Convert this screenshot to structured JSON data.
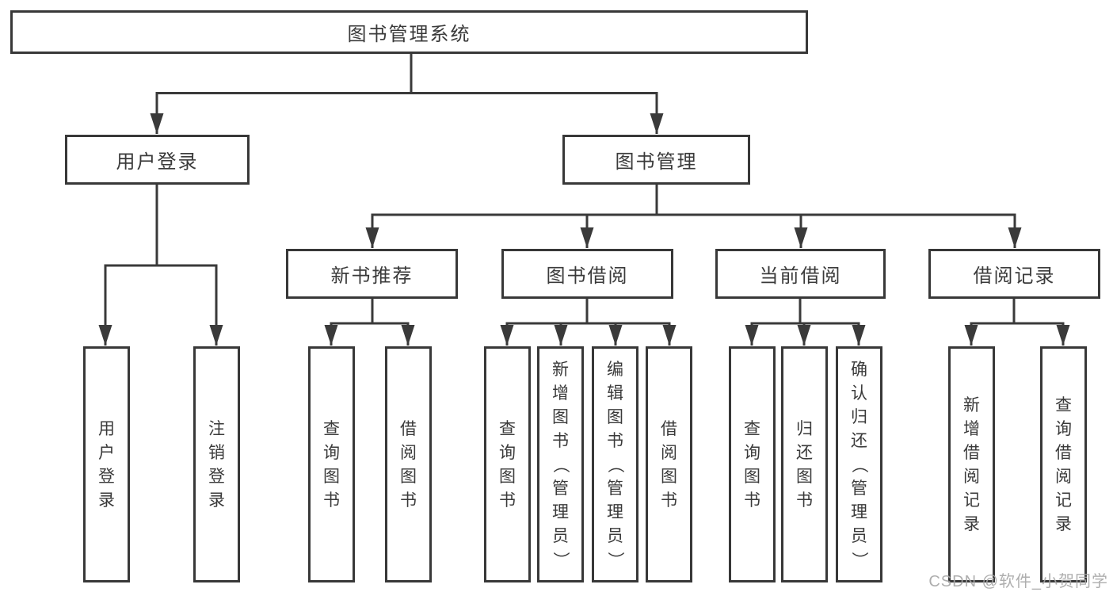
{
  "colors": {
    "line": "#3a3a3a",
    "box_border": "#383838",
    "text": "#3a3a3a",
    "watermark_text": "#a6a6a6",
    "background": "#ffffff"
  },
  "watermark": "CSDN @软件_小贺同学",
  "tree": {
    "label": "图书管理系统",
    "children": [
      {
        "label": "用户登录",
        "children": [
          {
            "label": "用户登录"
          },
          {
            "label": "注销登录"
          }
        ]
      },
      {
        "label": "图书管理",
        "children": [
          {
            "label": "新书推荐",
            "children": [
              {
                "label": "查询图书"
              },
              {
                "label": "借阅图书"
              }
            ]
          },
          {
            "label": "图书借阅",
            "children": [
              {
                "label": "查询图书"
              },
              {
                "label": "新增图书（管理员）"
              },
              {
                "label": "编辑图书（管理员）"
              },
              {
                "label": "借阅图书"
              }
            ]
          },
          {
            "label": "当前借阅",
            "children": [
              {
                "label": "查询图书"
              },
              {
                "label": "归还图书"
              },
              {
                "label": "确认归还（管理员）"
              }
            ]
          },
          {
            "label": "借阅记录",
            "children": [
              {
                "label": "新增借阅记录"
              },
              {
                "label": "查询借阅记录"
              }
            ]
          }
        ]
      }
    ]
  }
}
